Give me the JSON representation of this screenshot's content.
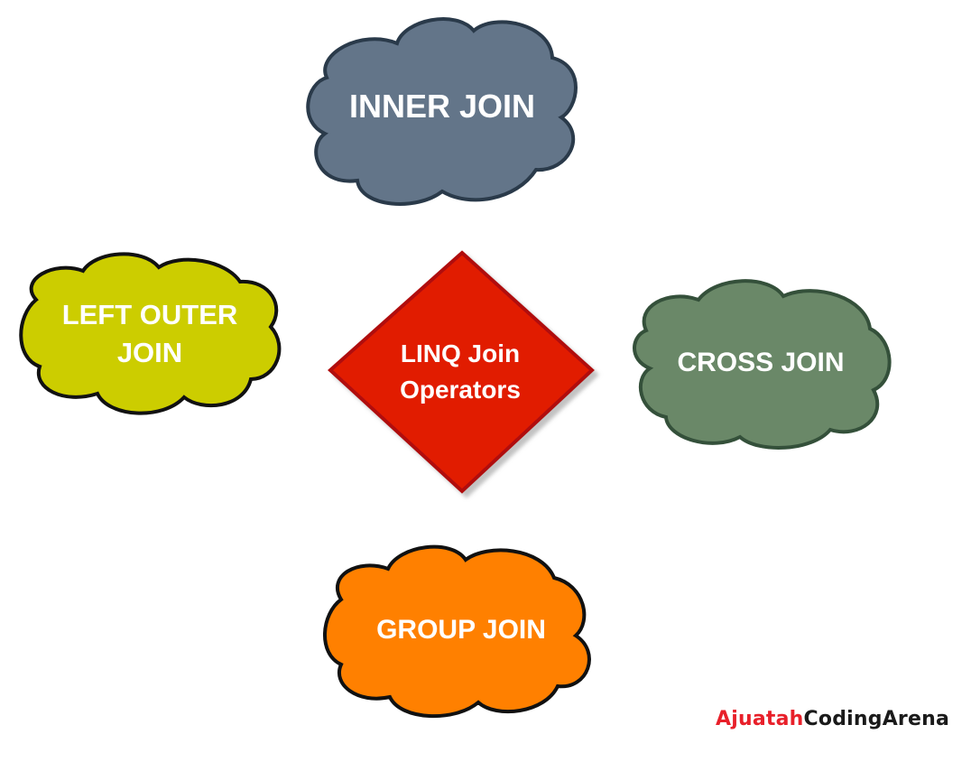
{
  "diagram": {
    "center": {
      "line1": "LINQ Join",
      "line2": "Operators",
      "fill": "#e11a06",
      "stroke": "#b00d0d"
    },
    "top": {
      "label": "INNER JOIN",
      "fill": "#637589",
      "stroke": "#2a3a4a"
    },
    "left": {
      "line1": "LEFT OUTER",
      "line2": "JOIN",
      "fill": "#cccd00",
      "stroke": "#111111"
    },
    "right": {
      "label": "CROSS JOIN",
      "fill": "#6a8868",
      "stroke": "#34503a"
    },
    "bottom": {
      "label": "GROUP JOIN",
      "fill": "#ff8000",
      "stroke": "#111111"
    }
  },
  "watermark": {
    "part1": "Ajuatah",
    "part2": "CodingArena",
    "color1": "#e8202a",
    "color2": "#1a1a1a"
  }
}
